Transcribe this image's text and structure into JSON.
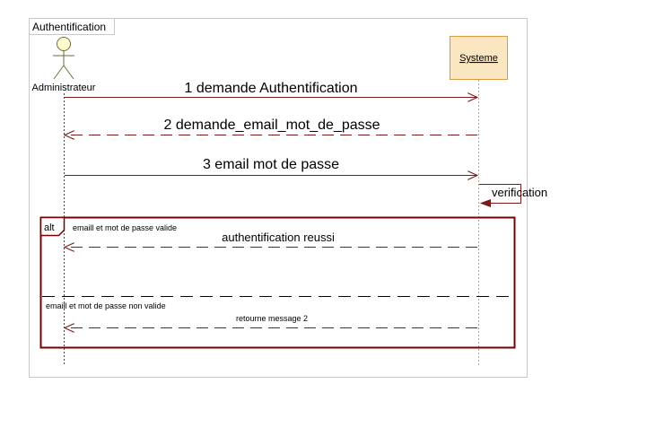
{
  "frame": {
    "title": "Authentification"
  },
  "actor": {
    "name": "Administrateur"
  },
  "object": {
    "name": "Systeme"
  },
  "messages": [
    {
      "label": "1 demande Authentification"
    },
    {
      "label": "2 demande_email_mot_de_passe"
    },
    {
      "label": "3 email mot de passe"
    },
    {
      "label": "verification"
    },
    {
      "label": "authentification reussi"
    },
    {
      "label": "retourne message 2"
    }
  ],
  "alt": {
    "keyword": "alt",
    "guard_1": "emaill et mot de passe valide",
    "guard_2": "emaill et mot de passe non valide"
  },
  "colors": {
    "message": "#7a1a1a",
    "alt_border": "#7a0000",
    "object_fill": "#fbe6c2",
    "object_border": "#d89a40",
    "lifeline_actor": "#a02020",
    "lifeline_object": "#e0a040",
    "actor_head": "#fffbd0"
  }
}
